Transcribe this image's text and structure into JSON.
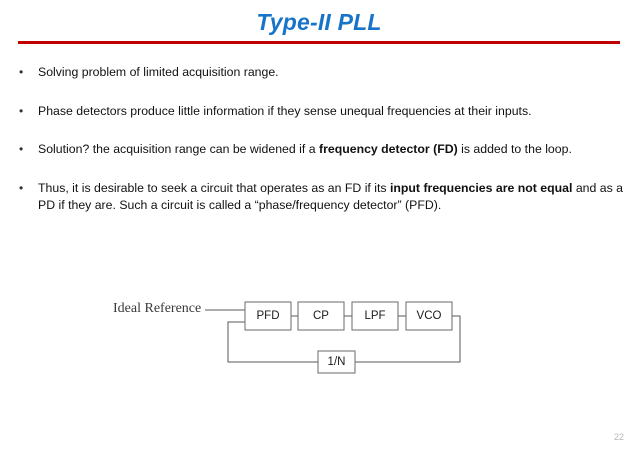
{
  "slide": {
    "title": "Type-II PLL",
    "page_number": "22",
    "accent_color": "#1874c8",
    "rule_color": "#c00000"
  },
  "bullets": [
    {
      "marker": "•",
      "segments": [
        {
          "text": "Solving problem of limited acquisition range.",
          "bold": false
        }
      ]
    },
    {
      "marker": "•",
      "segments": [
        {
          "text": "Phase detectors produce little information if they sense unequal frequencies at their inputs.",
          "bold": false
        }
      ]
    },
    {
      "marker": "•",
      "segments": [
        {
          "text": "Solution? the acquisition range can be widened if a ",
          "bold": false
        },
        {
          "text": "frequency detector (FD)",
          "bold": true
        },
        {
          "text": " is added to the loop.",
          "bold": false
        }
      ]
    },
    {
      "marker": "•",
      "segments": [
        {
          "text": "Thus, it is desirable to seek a circuit that operates as an FD if its ",
          "bold": false
        },
        {
          "text": "input frequencies are not equal",
          "bold": true
        },
        {
          "text": " and as a PD if they are. Such a circuit is called a “phase/frequency detector” (PFD).",
          "bold": false
        }
      ]
    }
  ],
  "diagram": {
    "input_label": "Ideal Reference",
    "blocks": [
      {
        "id": "pfd",
        "label": "PFD"
      },
      {
        "id": "cp",
        "label": "CP"
      },
      {
        "id": "lpf",
        "label": "LPF"
      },
      {
        "id": "vco",
        "label": "VCO"
      },
      {
        "id": "div",
        "label": "1/N"
      }
    ],
    "line_color": "#5a5a5a"
  }
}
